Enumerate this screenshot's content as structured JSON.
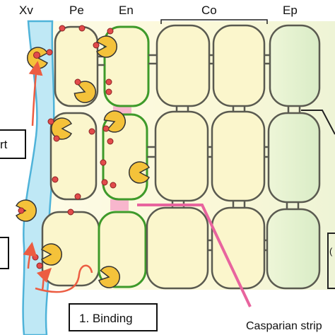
{
  "column_labels": {
    "xylem": "Xv",
    "pericycle": "Pe",
    "endodermis": "En",
    "cortex": "Co",
    "epidermis": "Ep"
  },
  "boxes": {
    "left_top": "rt",
    "binding": "1. Binding"
  },
  "annotation": "Casparian strip",
  "colors": {
    "xylem_fill": "#bfe8f5",
    "xylem_edge": "#4fb3d9",
    "cell_fill": "#fbf6cc",
    "epi_fill": "#e6f2d2",
    "cell_outline": "#5a5a50",
    "endodermis_outline": "#3e9a2a",
    "casparian": "#ee7fb0",
    "transport_arrow": "#ec5d42",
    "carrier_fill": "#f4c23a",
    "carrier_dot": "#e24b4b"
  },
  "icons": [
    "carrier-protein-icon",
    "transport-arrow-icon",
    "casparian-strip-band"
  ]
}
